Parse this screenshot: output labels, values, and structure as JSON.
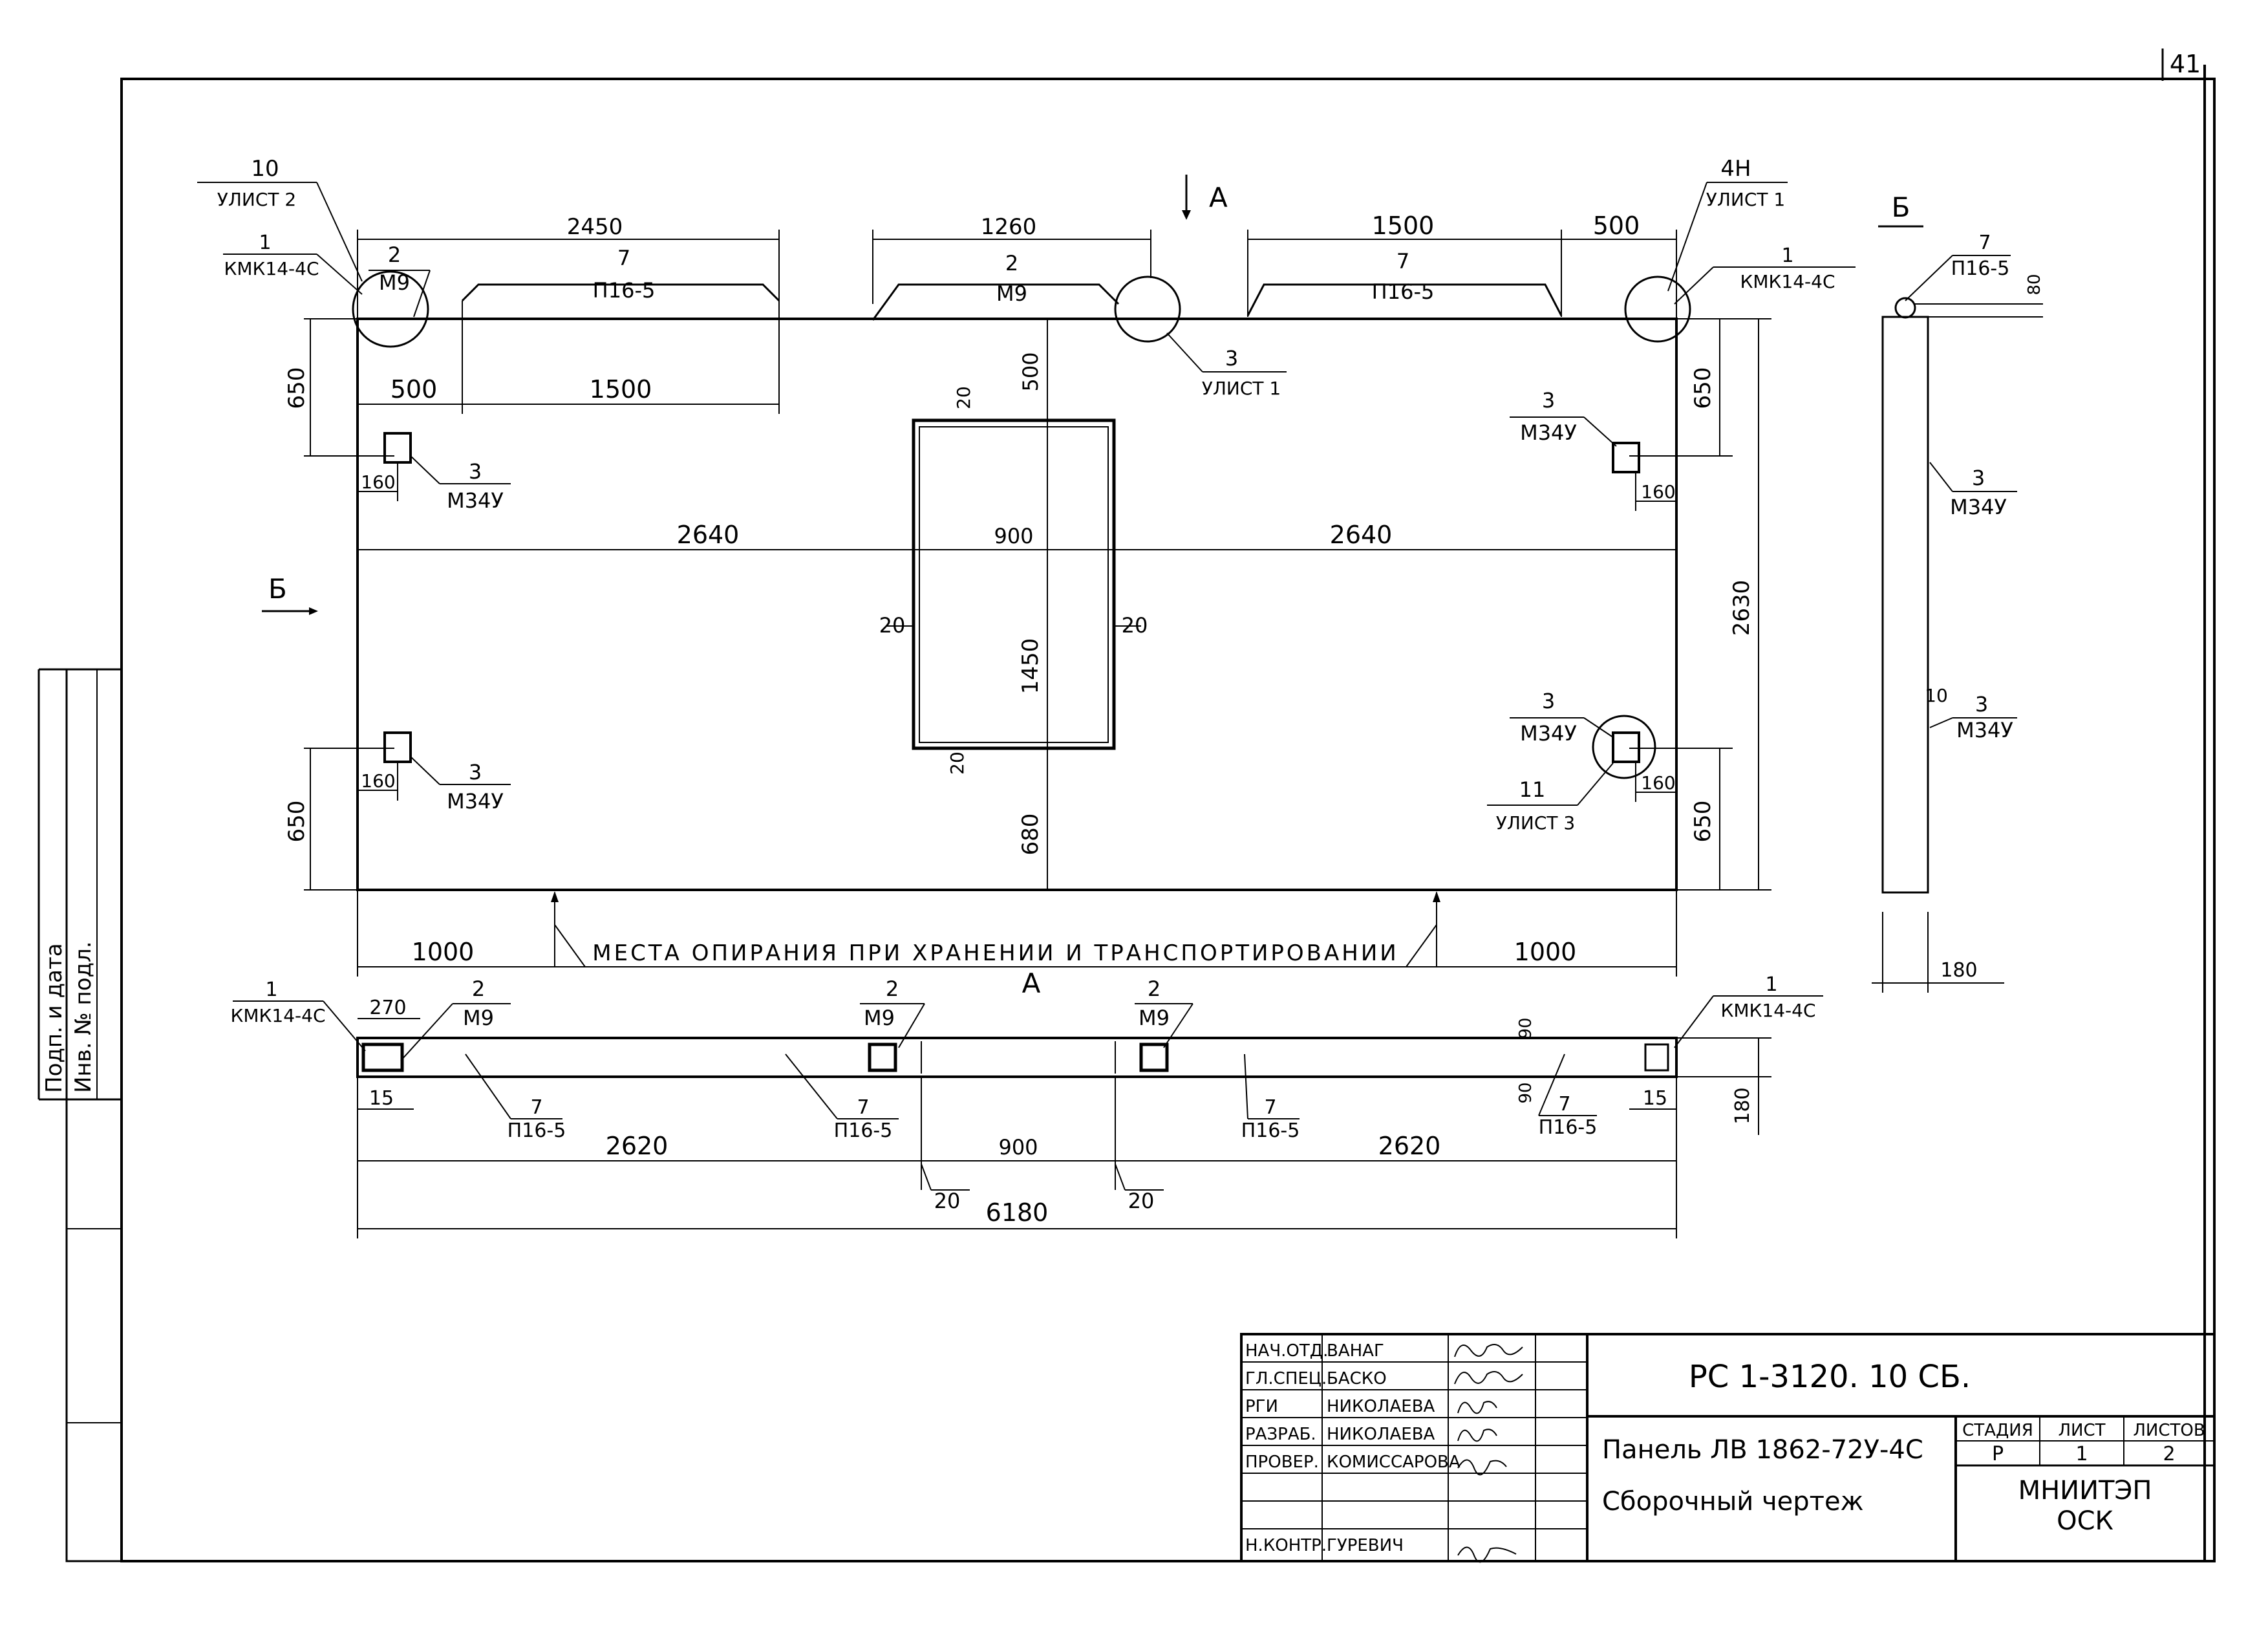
{
  "sheet": {
    "page_number": "41",
    "section_marker_a": "А",
    "section_marker_b": "Б"
  },
  "plan": {
    "callouts": {
      "ref_10": "10",
      "ref_10_sheet": "УЛИСТ 2",
      "kmk_left_num": "1",
      "kmk_left": "КМК14-4С",
      "m9_left_num": "2",
      "m9_left": "М9",
      "p16_left_num": "7",
      "p16_left": "П16-5",
      "m9_mid_num": "2",
      "m9_mid": "М9",
      "ref_3_sheet": "УЛИСТ 1",
      "ref_3": "3",
      "p16_right_num": "7",
      "p16_right": "П16-5",
      "ref_4n": "4Н",
      "ref_4n_sheet": "УЛИСТ 1",
      "kmk_right_num": "1",
      "kmk_right": "КМК14-4С",
      "m34_tl_num": "3",
      "m34_tl": "М34У",
      "m34_bl_num": "3",
      "m34_bl": "М34У",
      "m34_tr_num": "3",
      "m34_tr": "М34У",
      "m34_br_num": "3",
      "m34_br": "М34У",
      "ref_11": "11",
      "ref_11_sheet": "УЛИСТ 3"
    },
    "dims": {
      "d2450": "2450",
      "d1260": "1260",
      "d1500_top": "1500",
      "d500_top": "500",
      "d500_left": "500",
      "d1500_left": "1500",
      "d650_tl": "650",
      "d650_bl": "650",
      "d650_tr": "650",
      "d650_br": "650",
      "d160_tl": "160",
      "d160_bl": "160",
      "d160_tr": "160",
      "d160_br": "160",
      "d2640_left": "2640",
      "d900": "900",
      "d2640_right": "2640",
      "d20_top": "20",
      "d20_left": "20",
      "d20_right": "20",
      "d20_bottom": "20",
      "d500_open": "500",
      "d1450": "1450",
      "d680": "680",
      "d2630": "2630",
      "d1000_left": "1000",
      "d1000_right": "1000"
    },
    "support_note": "МЕСТА ОПИРАНИЯ ПРИ ХРАНЕНИИ И ТРАНСПОРТИРОВАНИИ"
  },
  "side_view": {
    "title": "Б",
    "p16_num": "7",
    "p16": "П16-5",
    "d80": "80",
    "m34_top_num": "3",
    "m34_top": "М34У",
    "d10": "10",
    "m34_bot_num": "3",
    "m34_bot": "М34У",
    "d180": "180"
  },
  "section": {
    "title": "А",
    "kmk_left_num": "1",
    "kmk_left": "КМК14-4С",
    "d270": "270",
    "m9_1_num": "2",
    "m9_1": "М9",
    "m9_2_num": "2",
    "m9_2": "М9",
    "m9_3_num": "2",
    "m9_3": "М9",
    "kmk_right_num": "1",
    "kmk_right": "КМК14-4С",
    "p16_1_num": "7",
    "p16_1": "П16-5",
    "p16_2_num": "7",
    "p16_2": "П16-5",
    "p16_3_num": "7",
    "p16_3": "П16-5",
    "p16_4_num": "7",
    "p16_4": "П16-5",
    "d90_top": "90",
    "d90_bot": "90",
    "d15_left": "15",
    "d15_right": "15",
    "d180": "180",
    "d2620_left": "2620",
    "d900": "900",
    "d2620_right": "2620",
    "d20_left": "20",
    "d20_right": "20",
    "d6180": "6180"
  },
  "side_stamp": {
    "text1": "Подп. и дата",
    "text2": "Инв. № подл."
  },
  "title_block": {
    "roles": [
      "НАЧ.ОТД.",
      "ГЛ.СПЕЦ.",
      "РГИ",
      "РАЗРАБ.",
      "ПРОВЕР.",
      "",
      "",
      "Н.КОНТР."
    ],
    "names": [
      "ВАНАГ",
      "БАСКО",
      "НИКОЛАЕВА",
      "НИКОЛАЕВА",
      "КОМИССАРОВА",
      "",
      "",
      "ГУРЕВИЧ"
    ],
    "doc_code": "РС 1-3120. 10 СБ.",
    "panel_name": "Панель ЛВ 1862-72У-4С",
    "drawing_type": "Сборочный чертеж",
    "stage_label": "СТАДИЯ",
    "sheet_label": "ЛИСТ",
    "sheets_label": "ЛИСТОВ",
    "stage": "Р",
    "sheet": "1",
    "sheets": "2",
    "org_line1": "МНИИТЭП",
    "org_line2": "ОСК"
  }
}
